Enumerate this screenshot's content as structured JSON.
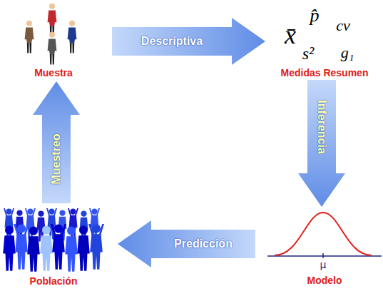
{
  "diagram": {
    "nodes": [
      {
        "text": [
          "Muestra"
        ]
      },
      {
        "text": [
          "x̄",
          "p̂",
          "cv",
          "s²",
          "g₁",
          "Medidas Resumen"
        ]
      },
      {
        "text": [
          "μ",
          "Modelo"
        ]
      },
      {
        "text": [
          "Población"
        ]
      }
    ],
    "edges": [
      {
        "from": 0,
        "to": 1,
        "arrow": "to",
        "label": "Descriptiva"
      },
      {
        "from": 1,
        "to": 2,
        "arrow": "to",
        "label": "Inferencia"
      },
      {
        "from": 2,
        "to": 3,
        "arrow": "to",
        "label": "Predicción"
      },
      {
        "from": 3,
        "to": 0,
        "arrow": "to",
        "label": "Muestreo"
      }
    ]
  }
}
